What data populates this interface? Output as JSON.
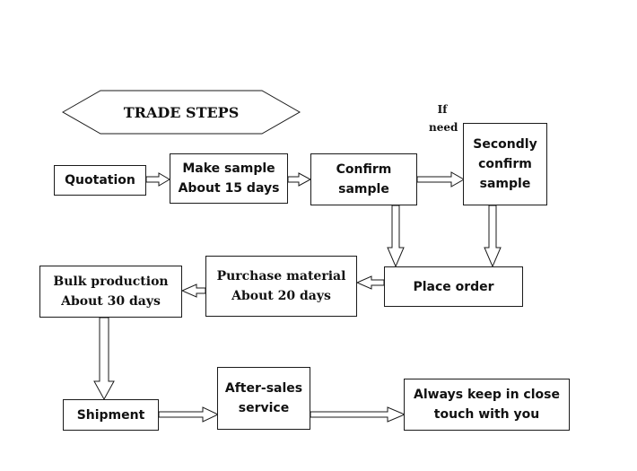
{
  "title": "TRADE STEPS",
  "note": [
    "If",
    "need"
  ],
  "steps": {
    "quotation": [
      "Quotation"
    ],
    "make_sample": [
      "Make sample",
      "About 15 days"
    ],
    "confirm_sample": [
      "Confirm",
      "sample"
    ],
    "secondly_confirm": [
      "Secondly",
      "confirm",
      "sample"
    ],
    "place_order": [
      "Place order"
    ],
    "purchase_material": [
      "Purchase material",
      "About 20 days"
    ],
    "bulk_production": [
      "Bulk production",
      "About 30 days"
    ],
    "shipment": [
      "Shipment"
    ],
    "after_sales": [
      "After-sales",
      "service"
    ],
    "keep_touch": [
      "Always keep in close",
      "touch with you"
    ]
  }
}
